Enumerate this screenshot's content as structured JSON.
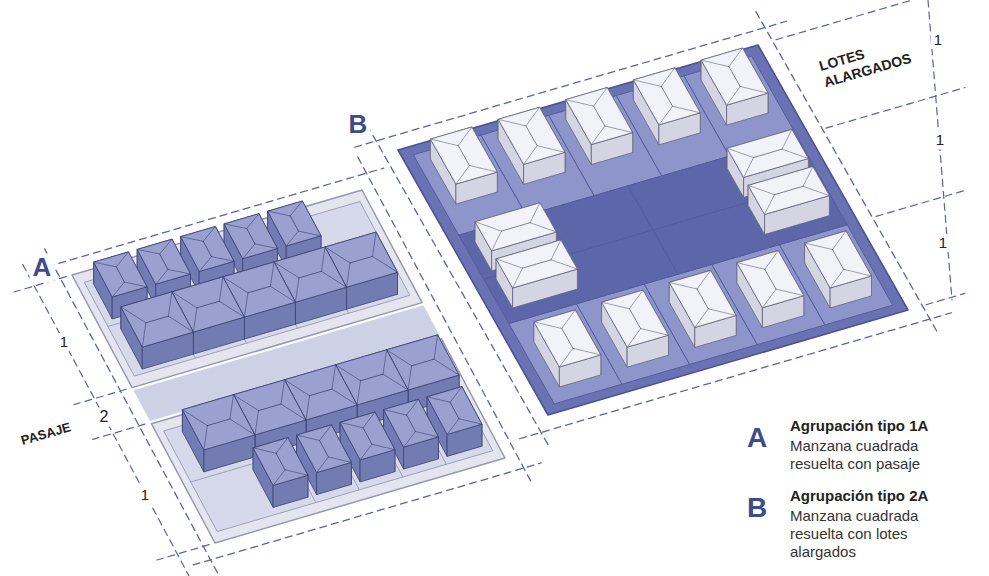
{
  "diagram": {
    "labels": [
      "B",
      "1",
      "LOTES ALARGADOS",
      "1",
      "1",
      "A",
      "1",
      "PASAJE",
      "2",
      "1",
      "A",
      "Agrupación tipo 1A",
      "Manzana cuadrada resuelta con pasaje",
      "B",
      "Agrupación tipo 2A",
      "Manzana cuadrada resuelta con lotes alargados"
    ]
  }
}
